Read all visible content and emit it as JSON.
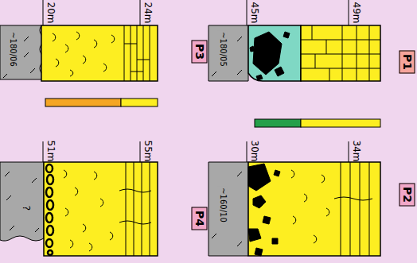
{
  "diagram": {
    "nodes": [
      {
        "text": [
          "P1"
        ]
      },
      {
        "text": [
          "P2"
        ]
      },
      {
        "text": [
          "P3"
        ]
      },
      {
        "text": [
          "P4"
        ]
      }
    ],
    "labels": [
      "20m",
      "24m",
      "~180/06",
      "45m",
      "49m",
      "~180/05",
      "51m",
      "55m",
      "?",
      "30m",
      "34m",
      "~160/10"
    ]
  }
}
